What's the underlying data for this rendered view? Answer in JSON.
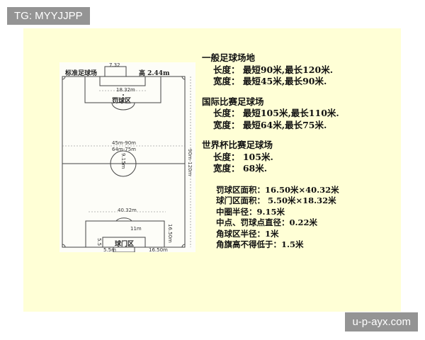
{
  "overlay": {
    "top_left_tag": "TG: MYYJJPP",
    "bottom_right_tag": "u-p-ayx.com"
  },
  "diagram": {
    "title": "标准足球场",
    "goal_height": "高 2.44m",
    "goal_width_label": "7.32",
    "goal_area_width_label": "18.32m",
    "penalty_area_label": "罚球区",
    "width_label": "45m-90m",
    "width_label_2": "64m-75m",
    "center_radius_label": "9.15m",
    "length_label": "90m-120m",
    "penalty_width_label": "40.32m",
    "penalty_spot_label": "11m",
    "penalty_depth_label": "16.50m",
    "goal_area_label": "球门区",
    "goal_area_depth_label": "5.5",
    "bottom_left_label": "5.5m",
    "bottom_right_label": "16.50m"
  },
  "sections": [
    {
      "title": "一般足球场地",
      "lines": [
        "长度：  最短90米,最长120米.",
        "宽度：  最短45米,最长90米."
      ]
    },
    {
      "title": "国际比赛足球场",
      "lines": [
        "长度：  最短105米,最长110米.",
        "宽度：  最短64米,最长75米."
      ]
    },
    {
      "title": "世界杯比赛足球场",
      "lines": [
        "长度：  105米.",
        "宽度：  68米."
      ]
    }
  ],
  "specs": [
    "罚球区面积：16.50米×40.32米",
    "球门区面积：  5.50米×18.32米",
    "中圈半径：9.15米",
    "中点、罚球点直径：0.22米",
    "角球区半径：1米",
    "角旗高不得低于：1.5米"
  ]
}
